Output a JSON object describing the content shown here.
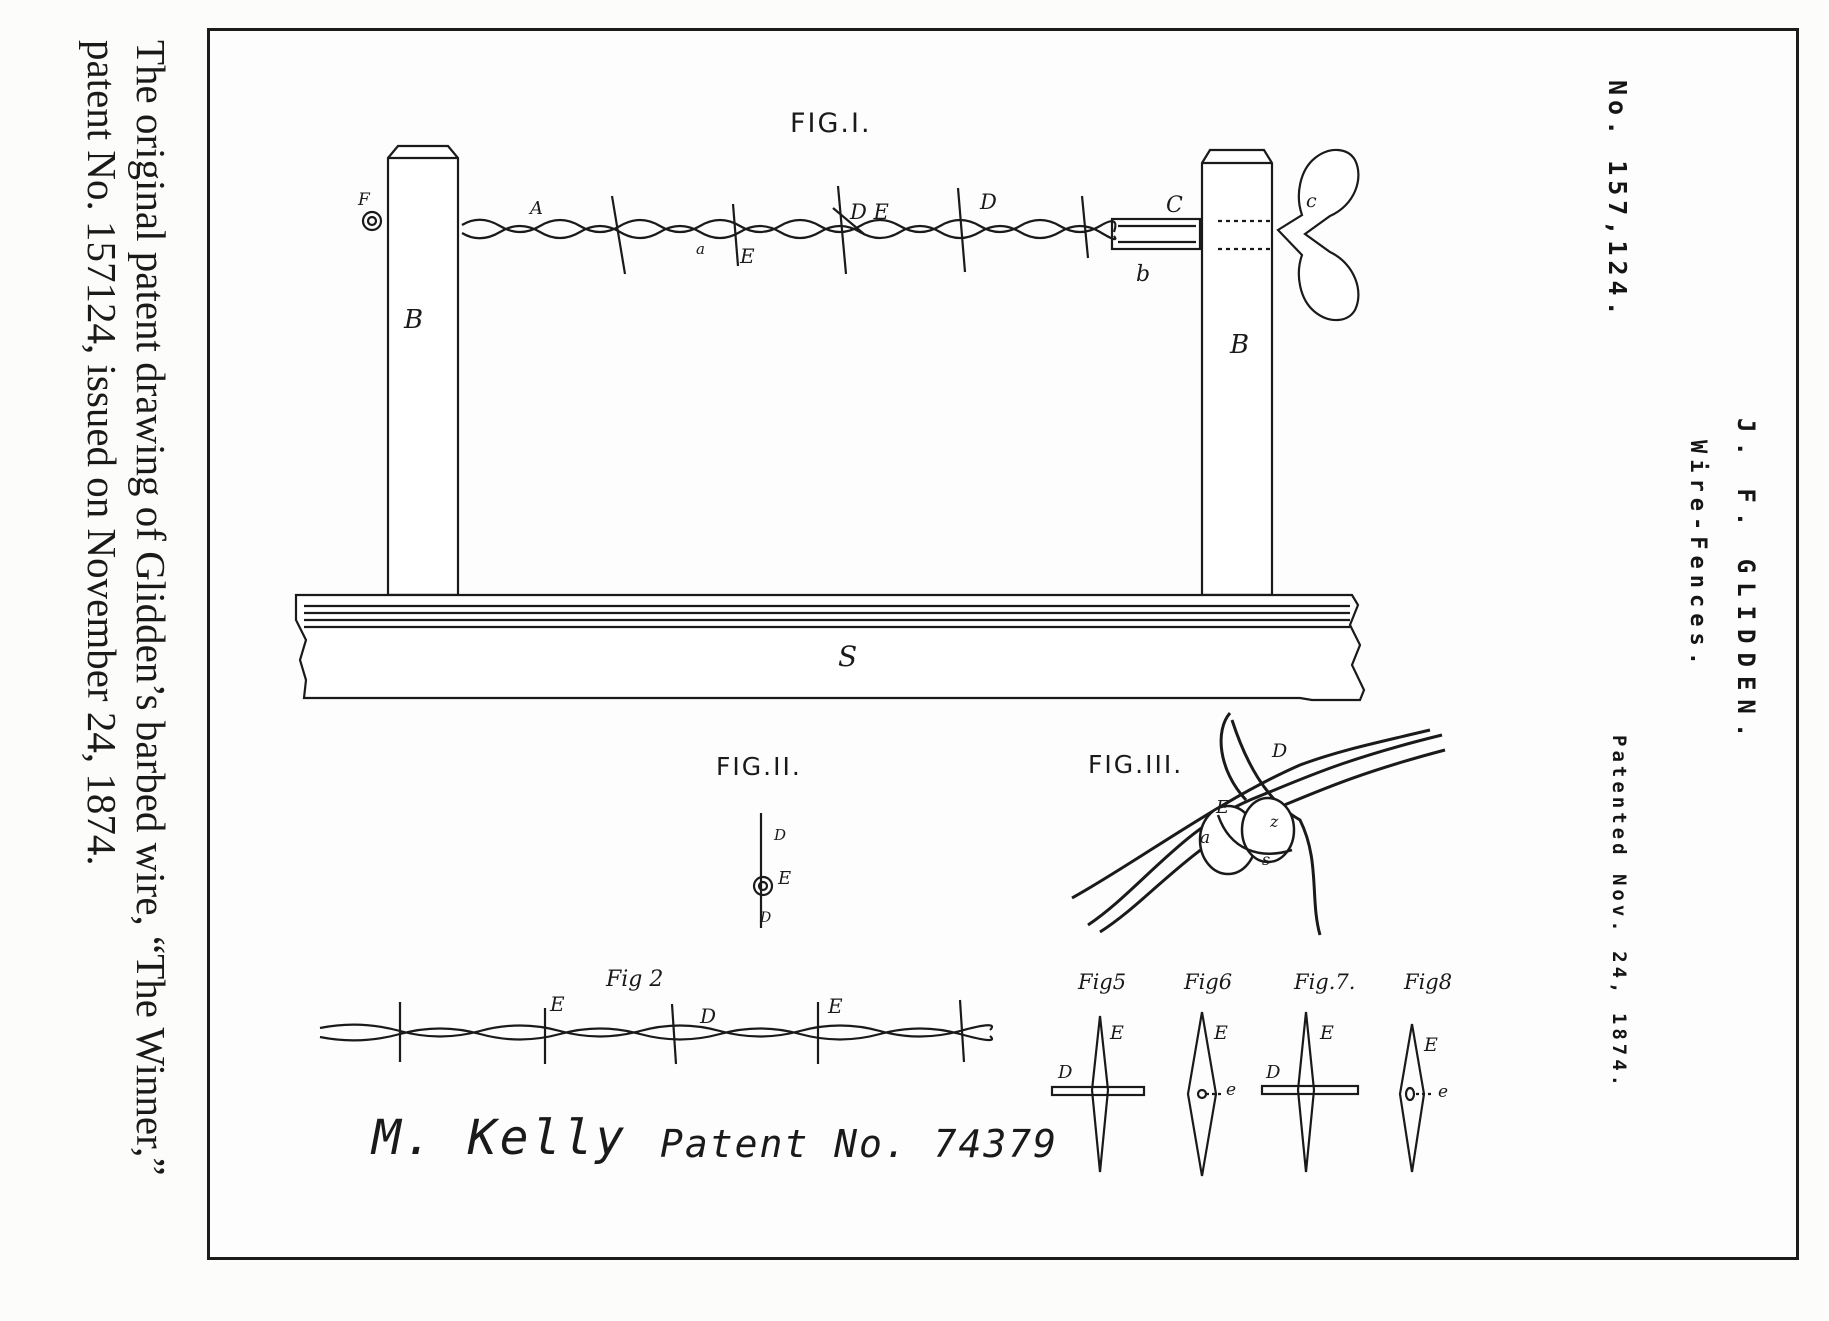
{
  "caption": {
    "text": "The original patent drawing of Glidden’s barbed wire, “The Winner,” patent No. 157124, issued on November 24, 1874."
  },
  "header": {
    "patent_number": "No. 157,124.",
    "inventor": "J. F. GLIDDEN.",
    "title": "Wire-Fences.",
    "date": "Patented Nov. 24, 1874."
  },
  "figures": {
    "fig1": "FIG.I.",
    "fig2": "FIG.II.",
    "fig3": "FIG.III.",
    "fig_2_sub": "Fig 2",
    "fig5": "Fig5",
    "fig6": "Fig6",
    "fig7": "Fig.7.",
    "fig8": "Fig8"
  },
  "letters": {
    "F": "F",
    "B": "B",
    "A": "A",
    "D": "D",
    "E": "E",
    "C": "C",
    "c": "c",
    "b": "b",
    "a": "a",
    "S": "S",
    "e": "e",
    "z": "z",
    "s": "s",
    "DE": "D E"
  },
  "signature": {
    "name": "M. Kelly",
    "patent": "Patent No. 74379"
  }
}
